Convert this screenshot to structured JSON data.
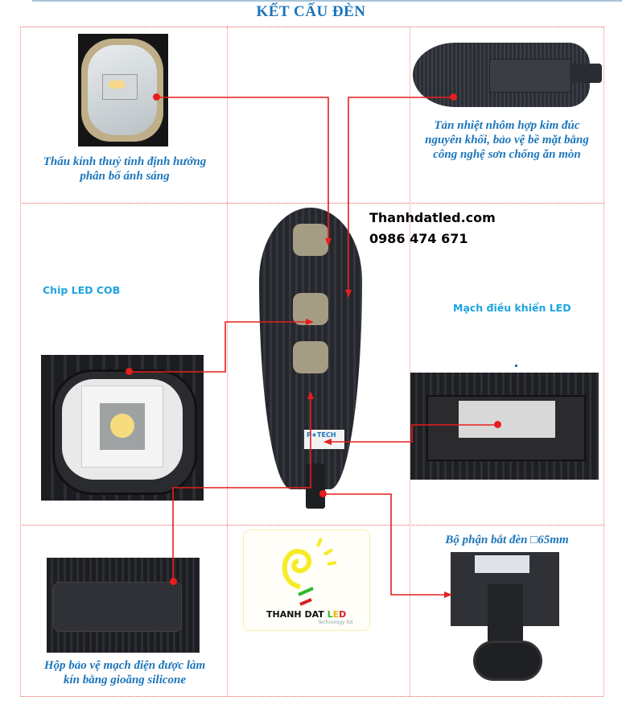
{
  "header": {
    "title": "KẾT CẤU ĐÈN"
  },
  "contact": {
    "website": "Thanhdatled.com",
    "phone": "0986 474 671"
  },
  "components": [
    {
      "id": "lens",
      "caption_line1": "Thấu kính thuỷ tinh định hướng",
      "caption_line2": "phân bố ánh sáng"
    },
    {
      "id": "heatsink",
      "caption_line1": "Tản nhiệt nhôm hợp kim đúc",
      "caption_line2": "nguyên khối, bảo vệ bề mặt bằng",
      "caption_line3": "công nghệ sơn chống ăn mòn"
    },
    {
      "id": "cob",
      "label": "Chip LED COB"
    },
    {
      "id": "driver",
      "label": "Mạch điều khiển LED"
    },
    {
      "id": "mount",
      "caption": "Bộ phận bắt đèn □65mm"
    },
    {
      "id": "box",
      "caption_line1": "Hộp bảo vệ mạch điện được làm",
      "caption_line2": "kín bằng gioăng silicone"
    }
  ],
  "product": {
    "brand_label": "P★TECH"
  },
  "logo": {
    "text_dark": "THANH DAT ",
    "text_l": "L",
    "text_e": "E",
    "text_d": "D",
    "tagline": "Technology ltd"
  },
  "colors": {
    "title": "#1b75bb",
    "caption": "#1b75bb",
    "label": "#1ea4e0",
    "connector": "#e61e1e",
    "grid": "#ef5a5a"
  }
}
